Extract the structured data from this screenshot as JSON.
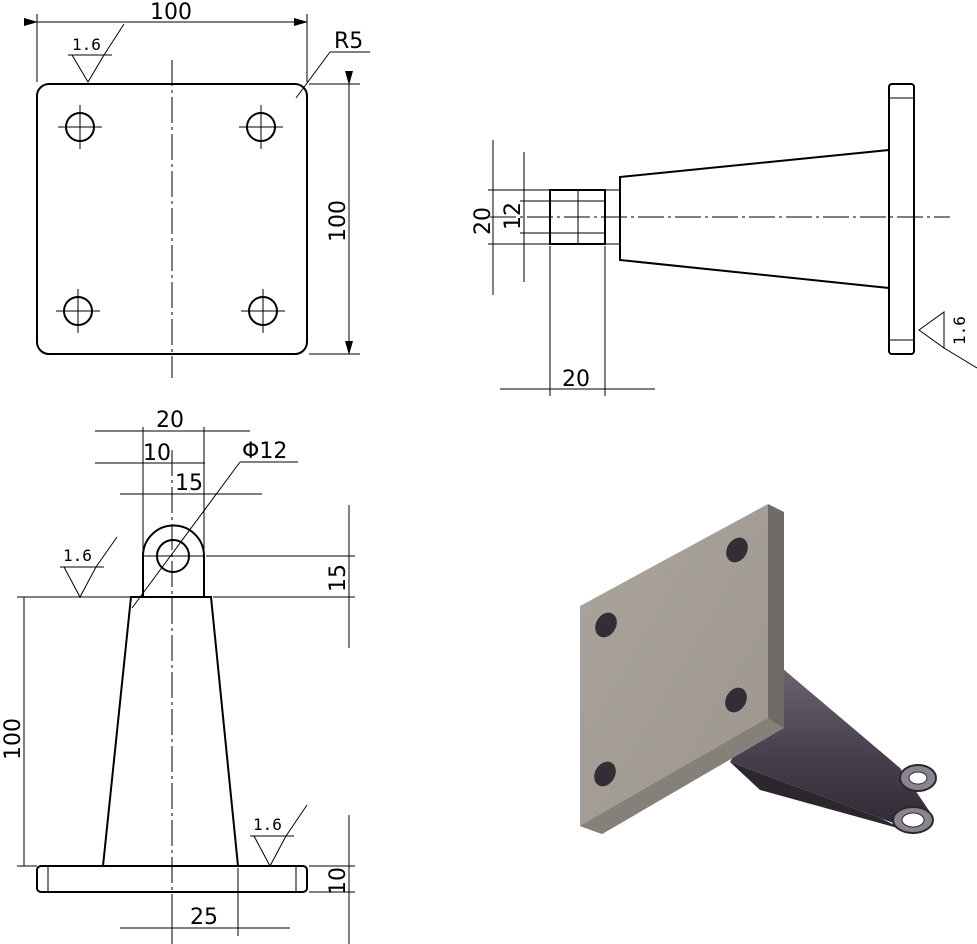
{
  "top_view": {
    "width_dim": "100",
    "height_dim": "100",
    "radius_label": "R5",
    "roughness": "1.6"
  },
  "side_view": {
    "dim_outer": "20",
    "dim_inner": "12",
    "dim_lug": "20",
    "roughness": "1.6"
  },
  "front_view": {
    "dim_lug_width": "20",
    "dim_half": "10",
    "dim_hole": "Φ12",
    "dim_offset": "15",
    "dim_lug_height": "15",
    "dim_height": "100",
    "dim_base_thick": "10",
    "dim_bottom": "25",
    "roughness_left": "1.6",
    "roughness_right": "1.6"
  },
  "colors": {
    "line": "#000000",
    "plate_face": "#a8a29b",
    "plate_edge": "#6f6a66",
    "arm_dark": "#3a3440",
    "arm_mid": "#5b5262"
  }
}
